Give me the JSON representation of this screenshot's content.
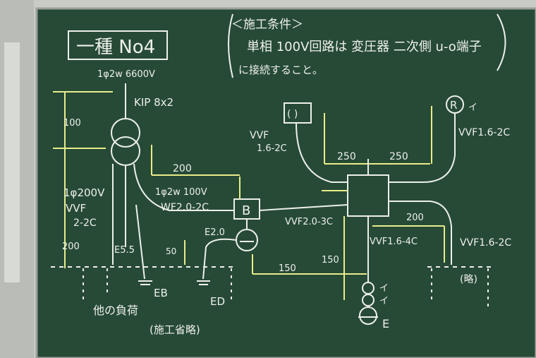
{
  "board": {
    "title": "一種 No4",
    "conditions_heading": "＜施工条件＞",
    "conditions_line1": "単相 100V回路は 変圧器 二次側 u-o端子",
    "conditions_line2": "に接続すること。",
    "supply": "1φ2w 6600V",
    "cable_kip": "KIP 8x2",
    "dim_100": "100",
    "dim_200_left": "200",
    "dim_200_top": "200",
    "dim_200_right": "200",
    "dim_250_left": "250",
    "dim_250_right": "250",
    "dim_50": "50",
    "dim_150_h": "150",
    "dim_150_v": "150",
    "circuit_200v": "1φ200V",
    "cable_vvf_22c": "VVF",
    "cable_vvf_22c_b": "2-2C",
    "circuit_100v": "1φ2w 100V",
    "cable_wf": "WF2.0-2C",
    "breaker": "B",
    "earth_e20": "E2.0",
    "earth_e55": "E5.5",
    "other_load": "他の負荷",
    "eb": "EB",
    "ed": "ED",
    "omit_work": "(施工省略)",
    "vvf_16_2c_left": "VVF",
    "vvf_16_2c_left_b": "1.6-2C",
    "vvf_16_2c_right": "VVF1.6-2C",
    "vvf_20_3c": "VVF2.0-3C",
    "vvf_16_4c": "VVF1.6-4C",
    "vvf_16_2c_lower": "VVF1.6-2C",
    "lamp_r": "R",
    "lamp_i": "イ",
    "switch_i1": "イ",
    "switch_i2": "イ",
    "outlet_e": "E",
    "omitted": "(略)",
    "ceiling_box": "( )"
  }
}
